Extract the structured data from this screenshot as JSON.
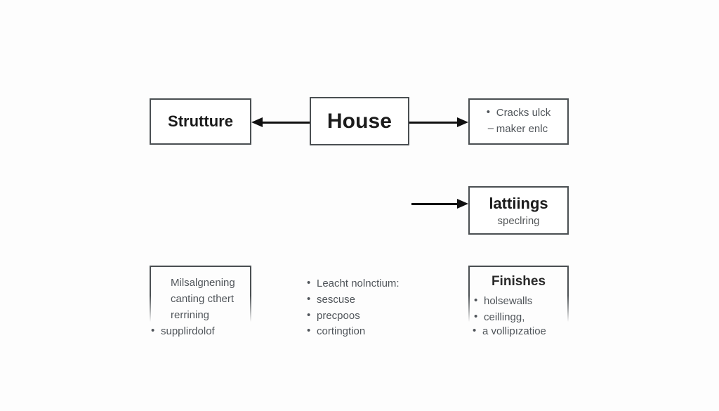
{
  "diagram": {
    "title": "House",
    "background_color": "#fdfdfd",
    "stroke_color": "#4a4f52",
    "arrow_color": "#101010",
    "text_color": "#50555a"
  },
  "nodes": {
    "root": {
      "label": "House"
    },
    "structure": {
      "label": "Strutture"
    },
    "defects": {
      "items": [
        {
          "marker": "dot",
          "text": "Cracks ulck"
        },
        {
          "marker": "dash",
          "text": "maker enlc"
        }
      ]
    },
    "lattings": {
      "title": "lattiings",
      "subtitle": "speclring"
    },
    "misalignment": {
      "items": [
        {
          "marker": "plain",
          "text": "Milsalgnening"
        },
        {
          "marker": "plain",
          "text": "canting cthert"
        },
        {
          "marker": "plain",
          "text": "rerrining"
        },
        {
          "marker": "dot",
          "text": "supplirdolof"
        }
      ]
    },
    "center_list": {
      "items": [
        {
          "marker": "dot",
          "text": "Leacht nolnctium:"
        },
        {
          "marker": "dot",
          "text": "sescuse"
        },
        {
          "marker": "dot",
          "text": "precpoos"
        },
        {
          "marker": "dot",
          "text": "cortingtion"
        }
      ]
    },
    "finishes": {
      "title": "Finishes",
      "items": [
        {
          "marker": "dot",
          "text": "holsewalls"
        },
        {
          "marker": "dot",
          "text": "ceillingg,"
        },
        {
          "marker": "dot",
          "text": "a vollipızatioe"
        }
      ]
    }
  },
  "arrows": [
    {
      "name": "house-to-structure",
      "direction": "left"
    },
    {
      "name": "house-to-defects",
      "direction": "right"
    },
    {
      "name": "into-lattings",
      "direction": "right"
    }
  ]
}
